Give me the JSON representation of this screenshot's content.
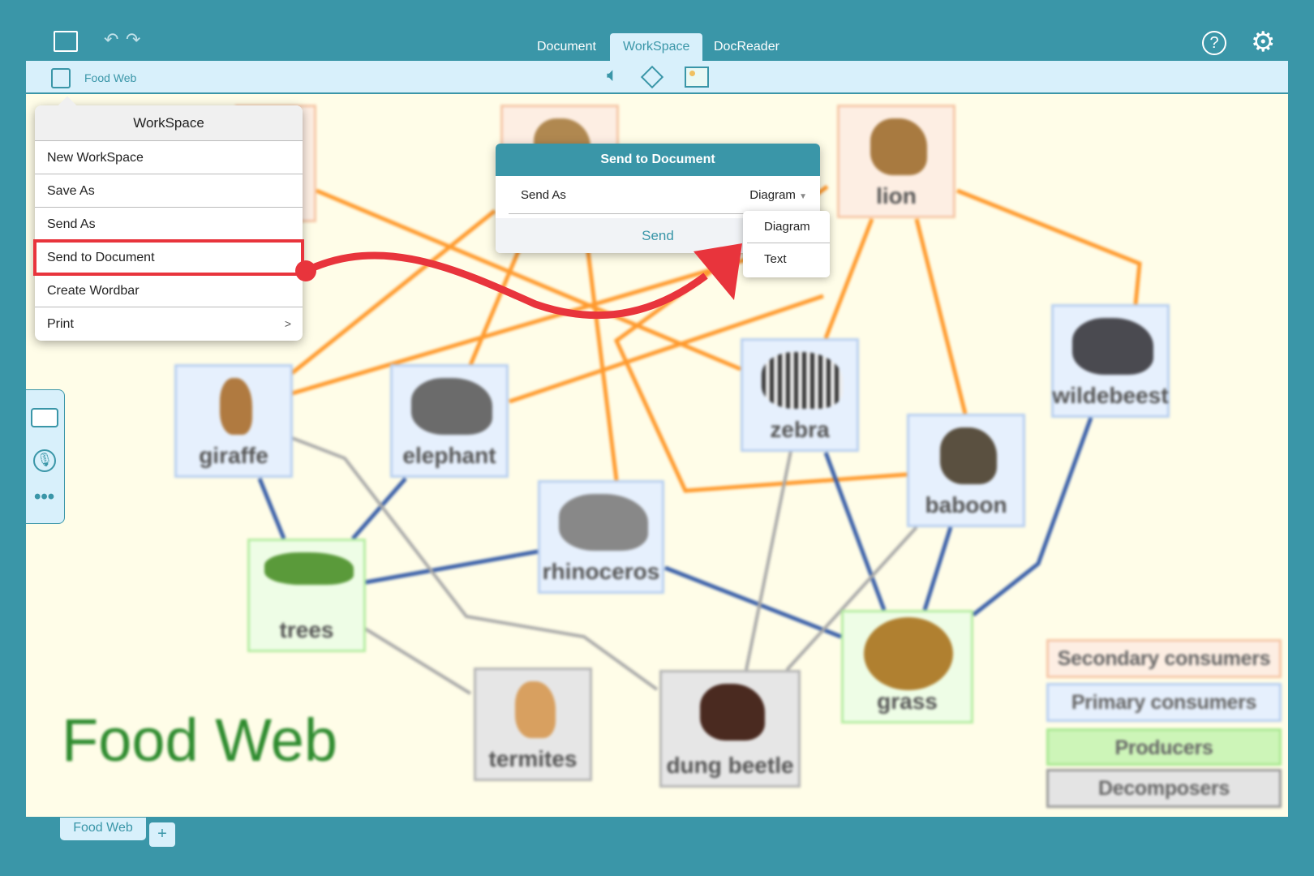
{
  "topbar": {
    "tabs": [
      "Document",
      "WorkSpace",
      "DocReader"
    ],
    "active_tab": "WorkSpace"
  },
  "toolbar": {
    "workspace_name": "Food Web"
  },
  "canvas": {
    "title": "Food Web",
    "nodes": {
      "giraffe": "giraffe",
      "elephant": "elephant",
      "rhinoceros": "rhinoceros",
      "trees": "trees",
      "termites": "termites",
      "dung_beetle": "dung beetle",
      "grass": "grass",
      "zebra": "zebra",
      "baboon": "baboon",
      "wildebeest": "wildebeest",
      "lion": "lion"
    },
    "legend": [
      "Secondary consumers",
      "Primary consumers",
      "Producers",
      "Decomposers"
    ]
  },
  "colors": {
    "accent": "#3a96a8",
    "predation": "#ff9a2e",
    "herbivory": "#3a5fa8",
    "decomposition": "#a8a8a8",
    "highlight": "#e8343c"
  },
  "menu": {
    "title": "WorkSpace",
    "items": [
      "New WorkSpace",
      "Save As",
      "Send As",
      "Send to Document",
      "Create Wordbar",
      "Print"
    ],
    "print_arrow": ">"
  },
  "dialog": {
    "title": "Send to Document",
    "send_as_label": "Send As",
    "send_as_value": "Diagram",
    "send_button": "Send"
  },
  "dropdown": {
    "options": [
      "Diagram",
      "Text"
    ]
  },
  "bottom": {
    "page_tab": "Food Web",
    "add": "+"
  }
}
